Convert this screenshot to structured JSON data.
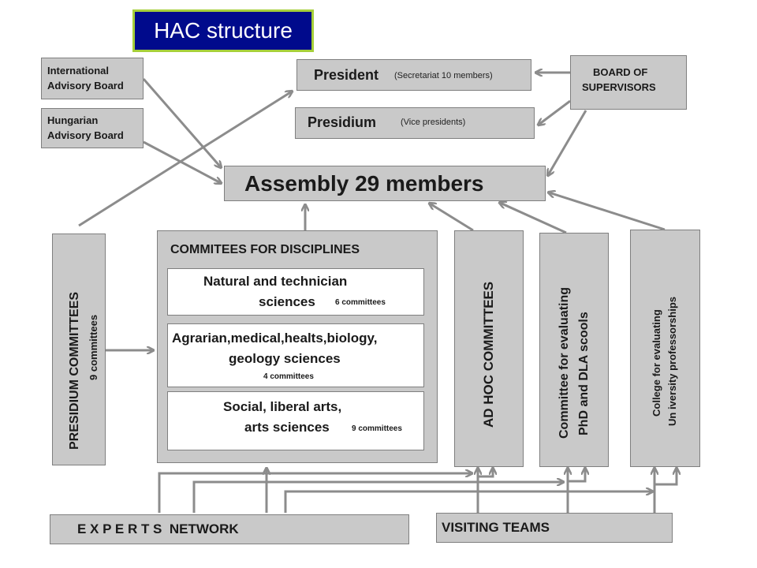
{
  "title": "HAC structure",
  "international_board": [
    "International",
    "Advisory Board"
  ],
  "hungarian_board": [
    "Hungarian",
    "Advisory Board"
  ],
  "president": {
    "label": "President",
    "note": "(Secretariat 10 members)"
  },
  "presidium": {
    "label": "Presidium",
    "note": "(Vice presidents)"
  },
  "board_of_supervisors": [
    "BOARD OF",
    "SUPERVISORS"
  ],
  "assembly": "Assembly 29 members",
  "presidium_committees": {
    "label": "PRESIDIUM COMMITTEES",
    "count": "9 committees"
  },
  "committees_for_disciplines": {
    "header": "COMMITEES FOR DISCIPLINES",
    "groups": [
      {
        "lines": [
          "Natural and technician",
          "sciences"
        ],
        "count": "6 committees"
      },
      {
        "lines": [
          "Agrarian,medical,healts,biology,",
          "geology sciences"
        ],
        "count": "4 committees"
      },
      {
        "lines": [
          "Social, liberal arts,",
          "arts sciences"
        ],
        "count": "9 committees"
      }
    ]
  },
  "ad_hoc": "AD HOC COMMITTEES",
  "phd_committee": [
    "Committee for evaluating",
    "PhD and DLA scools"
  ],
  "college": [
    "College for evaluating",
    "Un iversity professorships"
  ],
  "experts_network": "E X P E R T S  NETWORK",
  "visiting_teams": "VISITING TEAMS"
}
